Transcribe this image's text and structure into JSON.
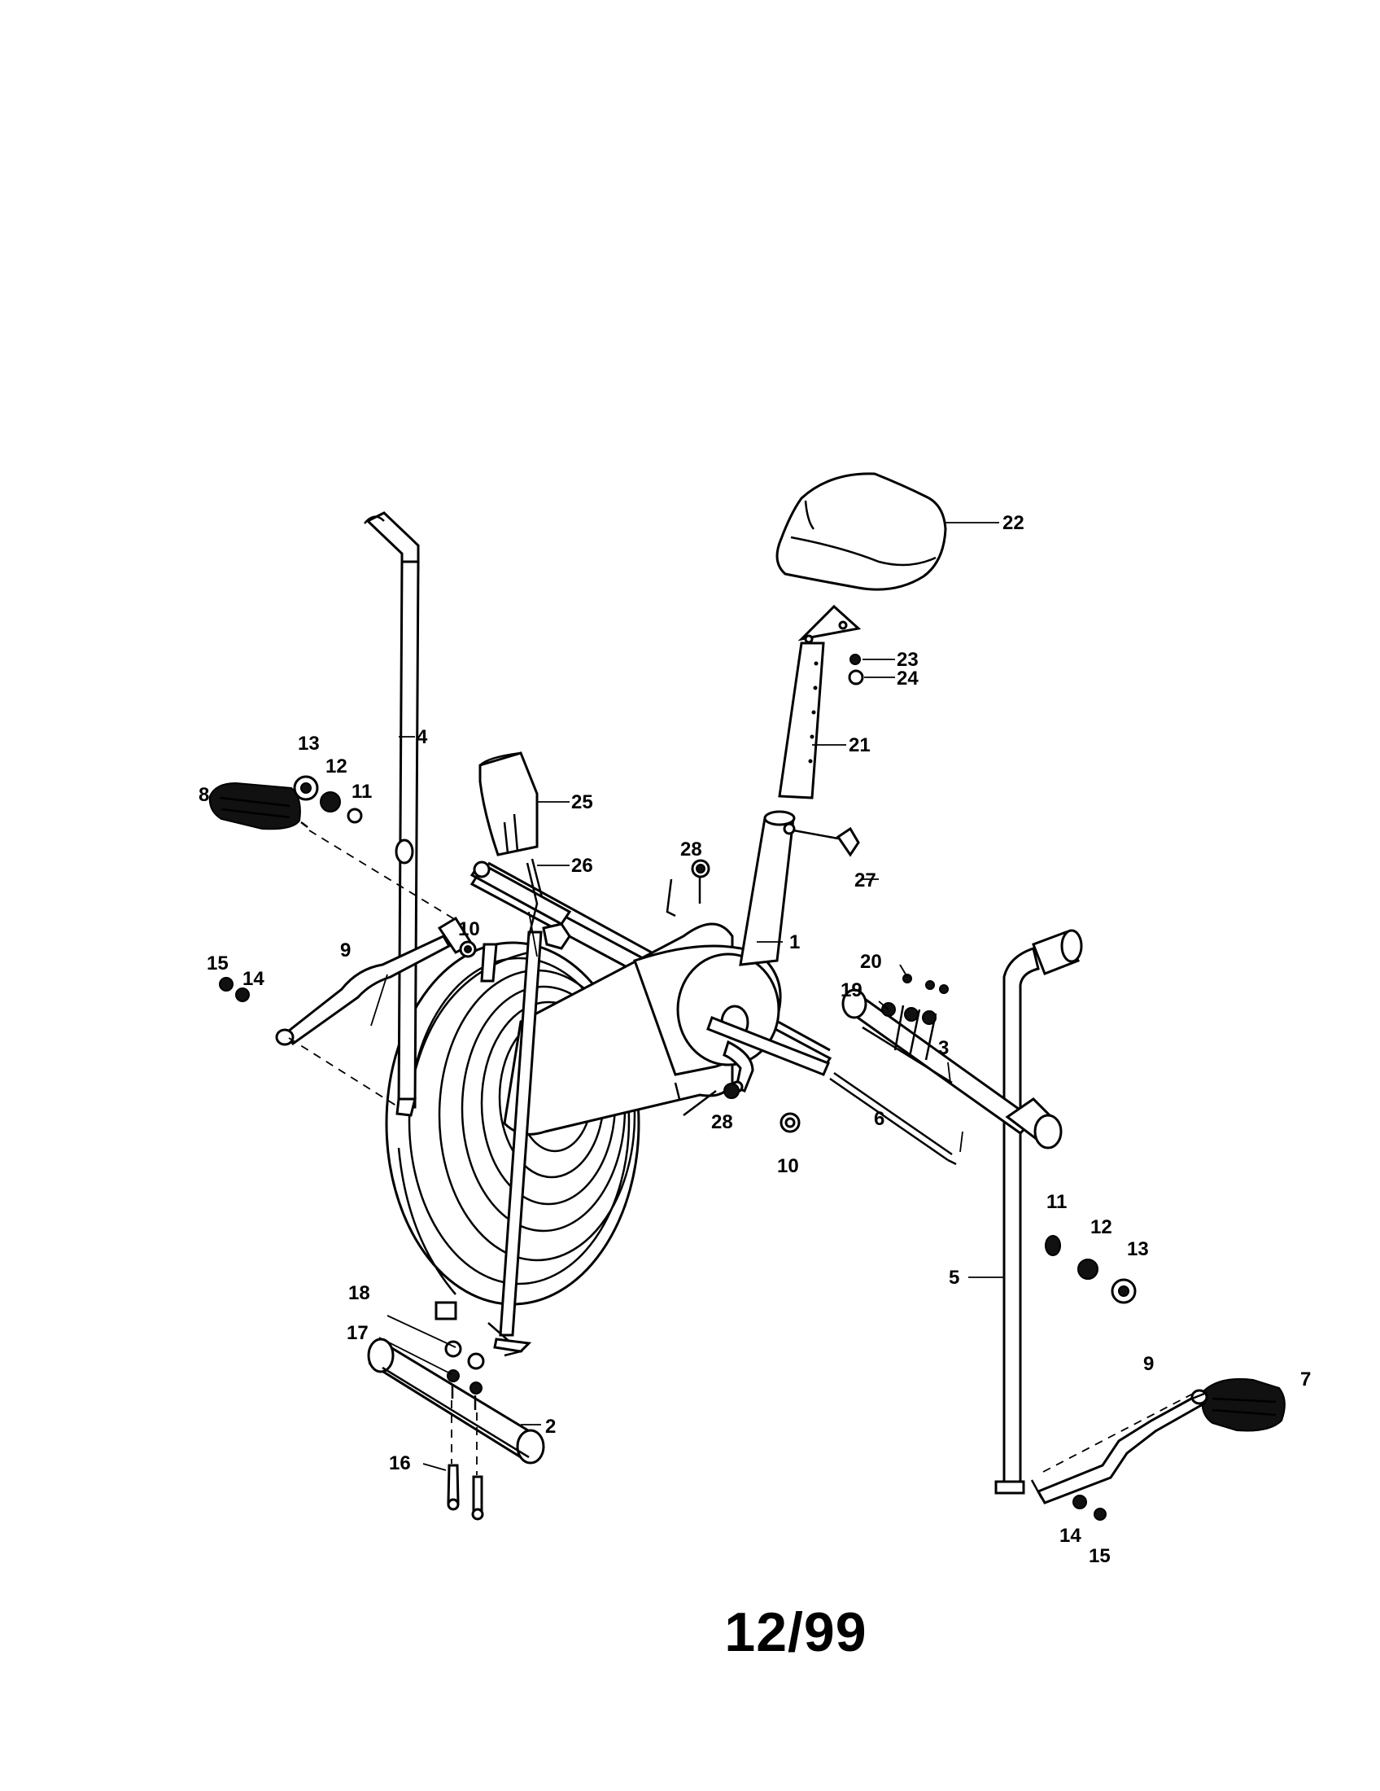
{
  "footer": {
    "date_code": "12/99"
  },
  "callouts": [
    {
      "id": "c-1",
      "label": "1"
    },
    {
      "id": "c-2",
      "label": "2"
    },
    {
      "id": "c-3",
      "label": "3"
    },
    {
      "id": "c-4",
      "label": "4"
    },
    {
      "id": "c-5",
      "label": "5"
    },
    {
      "id": "c-6",
      "label": "6"
    },
    {
      "id": "c-7",
      "label": "7"
    },
    {
      "id": "c-8",
      "label": "8"
    },
    {
      "id": "c-9a",
      "label": "9"
    },
    {
      "id": "c-9b",
      "label": "9"
    },
    {
      "id": "c-10a",
      "label": "10"
    },
    {
      "id": "c-10b",
      "label": "10"
    },
    {
      "id": "c-11a",
      "label": "11"
    },
    {
      "id": "c-11b",
      "label": "11"
    },
    {
      "id": "c-12a",
      "label": "12"
    },
    {
      "id": "c-12b",
      "label": "12"
    },
    {
      "id": "c-13a",
      "label": "13"
    },
    {
      "id": "c-13b",
      "label": "13"
    },
    {
      "id": "c-14a",
      "label": "14"
    },
    {
      "id": "c-14b",
      "label": "14"
    },
    {
      "id": "c-15a",
      "label": "15"
    },
    {
      "id": "c-15b",
      "label": "15"
    },
    {
      "id": "c-16",
      "label": "16"
    },
    {
      "id": "c-17",
      "label": "17"
    },
    {
      "id": "c-18",
      "label": "18"
    },
    {
      "id": "c-19",
      "label": "19"
    },
    {
      "id": "c-20",
      "label": "20"
    },
    {
      "id": "c-21",
      "label": "21"
    },
    {
      "id": "c-22",
      "label": "22"
    },
    {
      "id": "c-23",
      "label": "23"
    },
    {
      "id": "c-24",
      "label": "24"
    },
    {
      "id": "c-25",
      "label": "25"
    },
    {
      "id": "c-26",
      "label": "26"
    },
    {
      "id": "c-27",
      "label": "27"
    },
    {
      "id": "c-28a",
      "label": "28"
    },
    {
      "id": "c-28b",
      "label": "28"
    }
  ]
}
